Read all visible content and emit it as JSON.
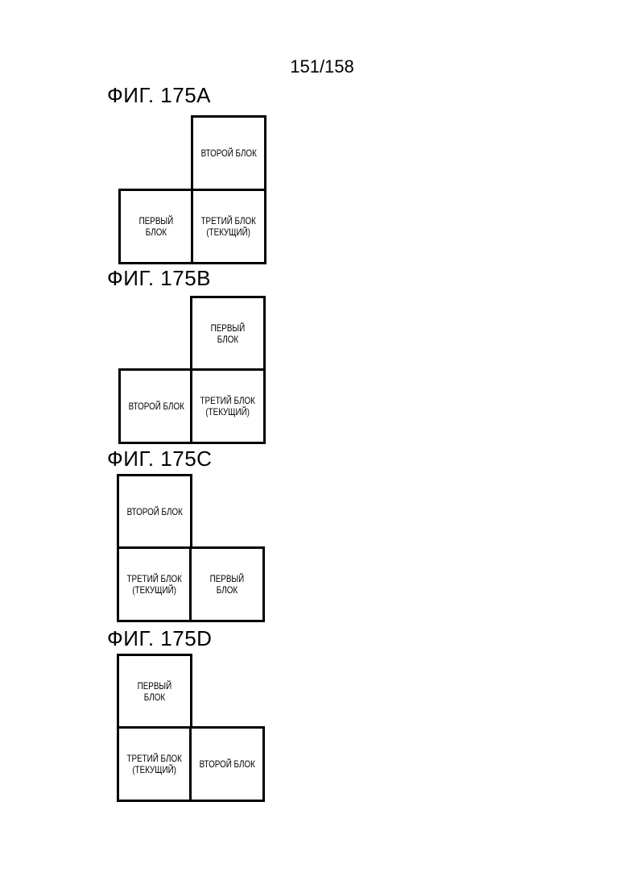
{
  "page_number": "151/158",
  "figures": [
    {
      "title": "ФИГ. 175A",
      "blocks": {
        "top": "ВТОРОЙ БЛОК",
        "bottom_left": "ПЕРВЫЙ\nБЛОК",
        "bottom_right": "ТРЕТИЙ БЛОК\n(ТЕКУЩИЙ)"
      }
    },
    {
      "title": "ФИГ. 175B",
      "blocks": {
        "top": "ПЕРВЫЙ\nБЛОК",
        "bottom_left": "ВТОРОЙ БЛОК",
        "bottom_right": "ТРЕТИЙ БЛОК\n(ТЕКУЩИЙ)"
      }
    },
    {
      "title": "ФИГ. 175C",
      "blocks": {
        "top": "ВТОРОЙ БЛОК",
        "bottom_left": "ТРЕТИЙ БЛОК\n(ТЕКУЩИЙ)",
        "bottom_right": "ПЕРВЫЙ\nБЛОК"
      }
    },
    {
      "title": "ФИГ. 175D",
      "blocks": {
        "top": "ПЕРВЫЙ\nБЛОК",
        "bottom_left": "ТРЕТИЙ БЛОК\n(ТЕКУЩИЙ)",
        "bottom_right": "ВТОРОЙ БЛОК"
      }
    }
  ]
}
